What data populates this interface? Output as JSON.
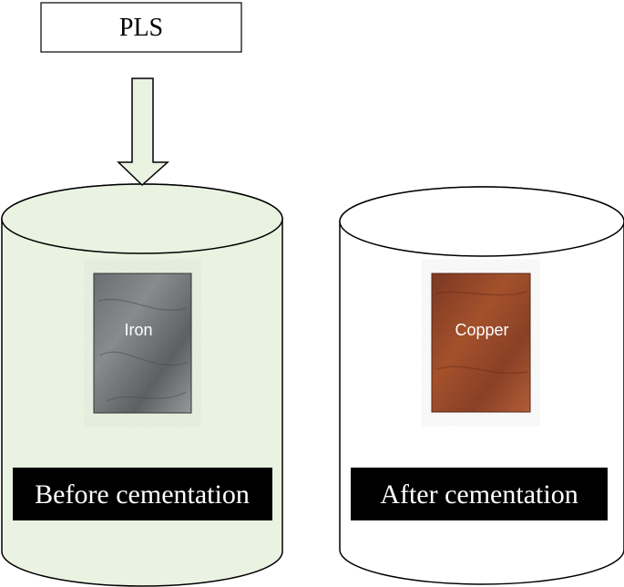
{
  "input": {
    "label": "PLS"
  },
  "tanks": [
    {
      "sample_label": "Iron",
      "caption": "Before cementation",
      "fill_color": "#eaf3e2",
      "stroke_color": "#000000",
      "sample_color": "#7b7e80"
    },
    {
      "sample_label": "Copper",
      "caption": "After cementation",
      "fill_color": "#ffffff",
      "stroke_color": "#000000",
      "sample_color": "#9a4a2b"
    }
  ],
  "arrow": {
    "fill_color": "#eaf3e2",
    "stroke_color": "#000000"
  },
  "caption_style": {
    "background": "#000000",
    "text_color": "#ffffff"
  }
}
